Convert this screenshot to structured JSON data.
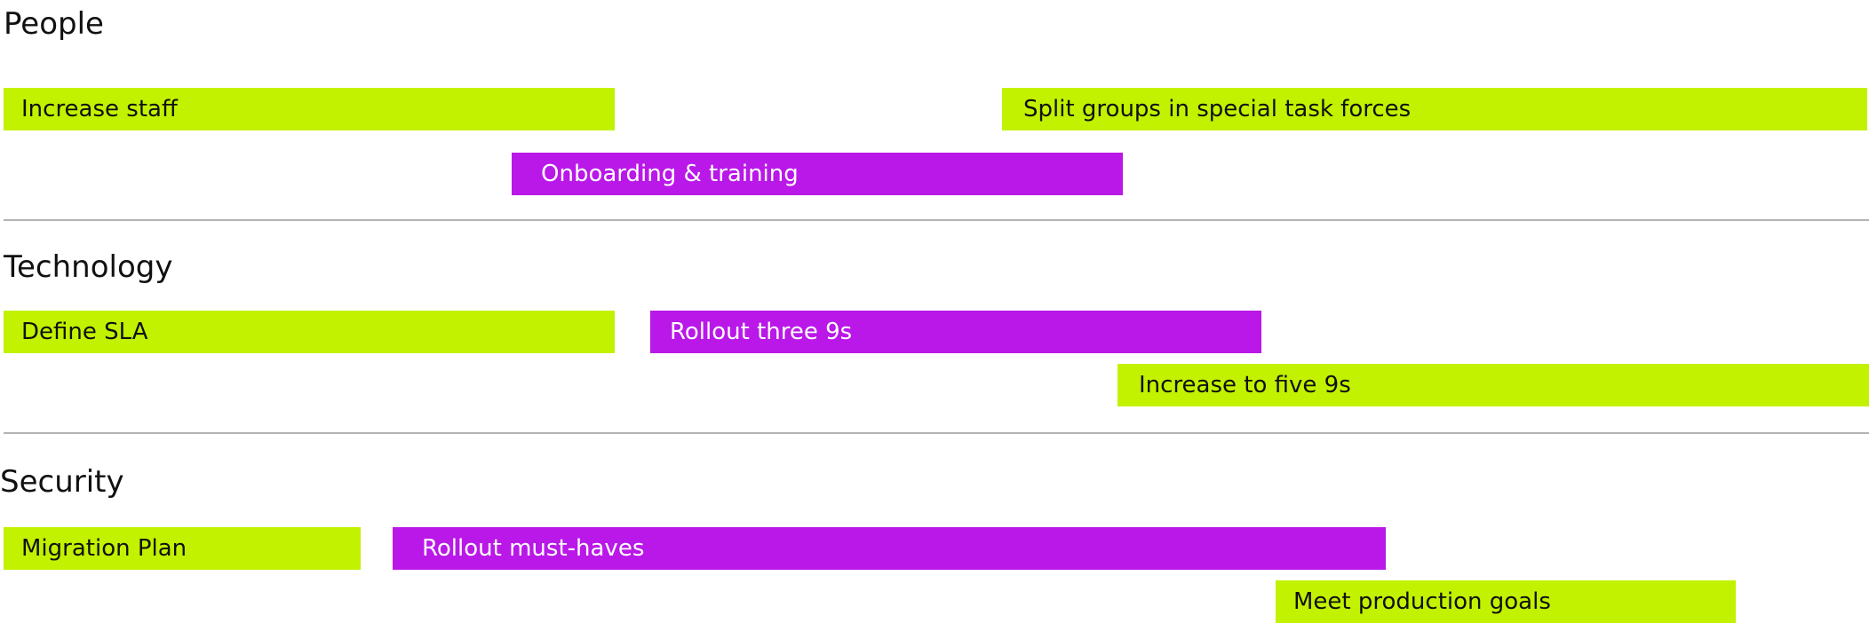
{
  "colors": {
    "lime": "#c2f200",
    "purple": "#b918e8",
    "divider": "#b3b3b3"
  },
  "sections": [
    {
      "title": "People",
      "items": [
        {
          "label": "Increase staff",
          "color": "lime"
        },
        {
          "label": "Split groups in special task forces",
          "color": "lime"
        },
        {
          "label": "Onboarding & training",
          "color": "purple"
        }
      ]
    },
    {
      "title": "Technology",
      "items": [
        {
          "label": "Define SLA",
          "color": "lime"
        },
        {
          "label": "Rollout three 9s",
          "color": "purple"
        },
        {
          "label": "Increase to five 9s",
          "color": "lime"
        }
      ]
    },
    {
      "title": "Security",
      "items": [
        {
          "label": "Migration Plan",
          "color": "lime"
        },
        {
          "label": "Rollout must-haves",
          "color": "purple"
        },
        {
          "label": "Meet production goals",
          "color": "lime"
        }
      ]
    }
  ]
}
